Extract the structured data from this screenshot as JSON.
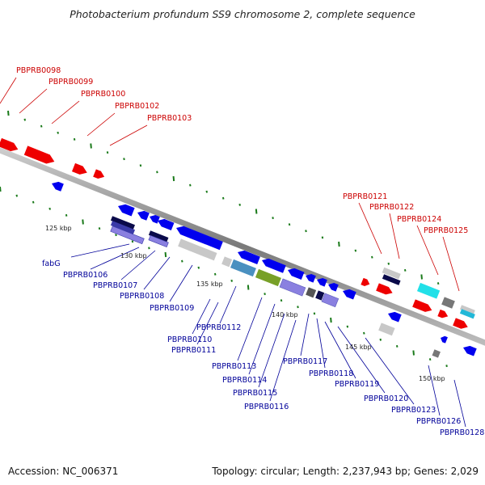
{
  "title": "Photobacterium profundum SS9 chromosome 2, complete sequence",
  "footer": {
    "accession": "Accession: NC_006371",
    "summary": "Topology: circular; Length: 2,237,943 bp; Genes: 2,029"
  },
  "colors": {
    "forward": "#ee0000",
    "reverse": "#0000ee",
    "forward_label": "#cc0000",
    "reverse_label": "#000099",
    "backbone": "#888888",
    "tick": "#1a7a1a"
  },
  "kbp_labels": [
    "125 kbp",
    "130 kbp",
    "135 kbp",
    "140 kbp",
    "145 kbp",
    "150 kbp"
  ],
  "top_labels": [
    "PBPRB0098",
    "PBPRB0099",
    "PBPRB0100",
    "PBPRB0102",
    "PBPRB0103",
    "PBPRB0121",
    "PBPRB0122",
    "PBPRB0124",
    "PBPRB0125"
  ],
  "bottom_labels": [
    "fabG",
    "PBPRB0106",
    "PBPRB0107",
    "PBPRB0108",
    "PBPRB0109",
    "PBPRB0110",
    "PBPRB0111",
    "PBPRB0112",
    "PBPRB0113",
    "PBPRB0114",
    "PBPRB0115",
    "PBPRB0116",
    "PBPRB0117",
    "PBPRB0118",
    "PBPRB0119",
    "PBPRB0120",
    "PBPRB0123",
    "PBPRB0126",
    "PBPRB0128"
  ]
}
